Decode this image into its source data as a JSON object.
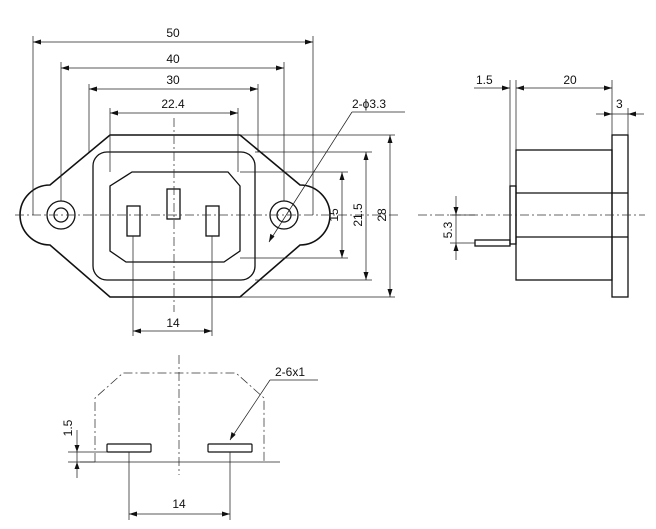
{
  "front_view": {
    "dims": {
      "overall_width": "50",
      "mounting_hole_pitch": "40",
      "flange_width": "30",
      "cutout_width": "22.4",
      "hole_spec": "2-ϕ3.3",
      "cutout_height": "15",
      "body_height": "21.5",
      "overall_height": "28",
      "pin_spacing": "14"
    }
  },
  "side_view": {
    "dims": {
      "flange_thickness": "1.5",
      "depth": "20",
      "panel_thickness": "3",
      "pin_offset": "5.3"
    }
  },
  "bottom_view": {
    "dims": {
      "pin_size": "2-6x1",
      "pin_height": "1.5",
      "pin_spacing": "14"
    }
  }
}
